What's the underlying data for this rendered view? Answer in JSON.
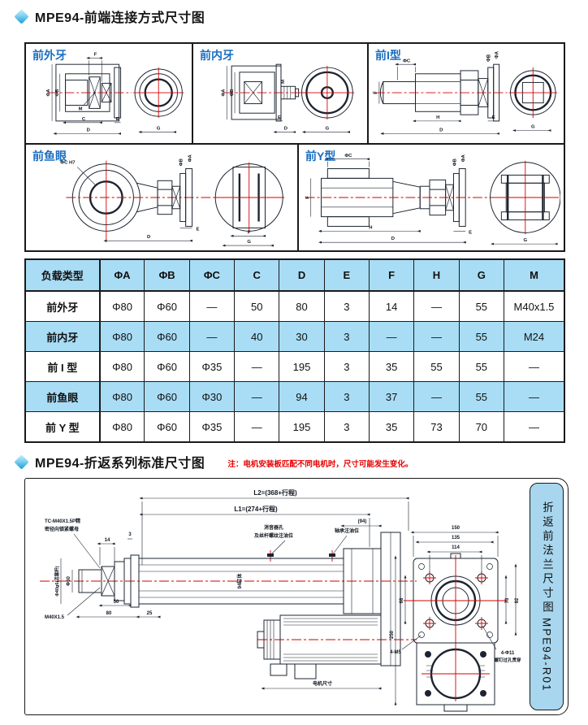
{
  "section1": {
    "title": "MPE94-前端连接方式尺寸图",
    "cells": [
      {
        "label": "前外牙",
        "dims": {
          "f": "F",
          "phiA": "ΦA",
          "phiB": "ΦB",
          "m": "M",
          "c": "C",
          "e": "E",
          "d": "D",
          "g": "G"
        }
      },
      {
        "label": "前内牙",
        "dims": {
          "phiA": "ΦA",
          "phiB": "ΦB",
          "m": "M",
          "e": "E",
          "d": "D",
          "g": "G"
        }
      },
      {
        "label": "前I型",
        "dims": {
          "phiC": "ΦC",
          "f": "F",
          "phiB": "ΦB",
          "phiA": "ΦA",
          "h": "H",
          "d": "D",
          "e": "E",
          "g": "G"
        }
      },
      {
        "label": "前鱼眼",
        "dims": {
          "phiC": "ΦC H7",
          "phiB": "ΦB",
          "phiA": "ΦA",
          "d": "D",
          "e": "E",
          "f": "F",
          "g": "G"
        }
      },
      {
        "label": "前Y型",
        "dims": {
          "phiC": "ΦC",
          "f": "F",
          "phiB": "ΦB",
          "phiA": "ΦA",
          "h": "H",
          "d": "D",
          "e": "E",
          "g": "G"
        }
      }
    ]
  },
  "table": {
    "headers": [
      "负载类型",
      "ΦA",
      "ΦB",
      "ΦC",
      "C",
      "D",
      "E",
      "F",
      "H",
      "G",
      "M"
    ],
    "rows": [
      [
        "前外牙",
        "Φ80",
        "Φ60",
        "—",
        "50",
        "80",
        "3",
        "14",
        "—",
        "55",
        "M40x1.5"
      ],
      [
        "前内牙",
        "Φ80",
        "Φ60",
        "—",
        "40",
        "30",
        "3",
        "—",
        "—",
        "55",
        "M24"
      ],
      [
        "前 I 型",
        "Φ80",
        "Φ60",
        "Φ35",
        "—",
        "195",
        "3",
        "35",
        "55",
        "55",
        "—"
      ],
      [
        "前鱼眼",
        "Φ80",
        "Φ60",
        "Φ30",
        "—",
        "94",
        "3",
        "37",
        "—",
        "55",
        "—"
      ],
      [
        "前 Y 型",
        "Φ80",
        "Φ60",
        "Φ35",
        "—",
        "195",
        "3",
        "35",
        "73",
        "70",
        "—"
      ]
    ]
  },
  "section2": {
    "title": "MPE94-折返系列标准尺寸图",
    "note": "注：电机安装板匹配不同电机时，尺寸可能发生变化。",
    "tab": {
      "text": "折返前法兰尺寸图",
      "code": "MPE94-R01"
    },
    "d2": {
      "l2": "L2=(368+行程)",
      "l1": "L1=(274+行程)",
      "dim94": "(94)",
      "muffler1": "消音器孔",
      "muffler2": "及丝杆螺纹注油位",
      "bearing_oil": "轴承注油位",
      "locknut1": "TC-M40X1.5P精",
      "locknut2": "密径向锁紧螺母",
      "dim14": "14",
      "dim3": "3",
      "rod_dia": "Φ60",
      "rod_dia2": "Φ40g6(活塞杆)",
      "thread": "M40X1.5",
      "dim50": "50",
      "dim80": "80",
      "dim25": "25",
      "body_label": "94缸体",
      "motor_dim": "电机尺寸",
      "dim150": "150",
      "dim135": "135",
      "dim114": "114",
      "dim68": "68",
      "dim73": "73",
      "dim92": "92",
      "dim250": "250",
      "hole_m5": "4-M5",
      "hole_phi11a": "4-Φ11",
      "hole_phi11b": "螺钉过孔贯穿"
    }
  },
  "colors": {
    "accent_blue": "#1a6ec0",
    "table_blue": "#a9ddf5",
    "note_red": "#e60000",
    "line_dark": "#1c2430",
    "centerline_red": "#d40000",
    "tab_blue": "#a8d6ee"
  }
}
